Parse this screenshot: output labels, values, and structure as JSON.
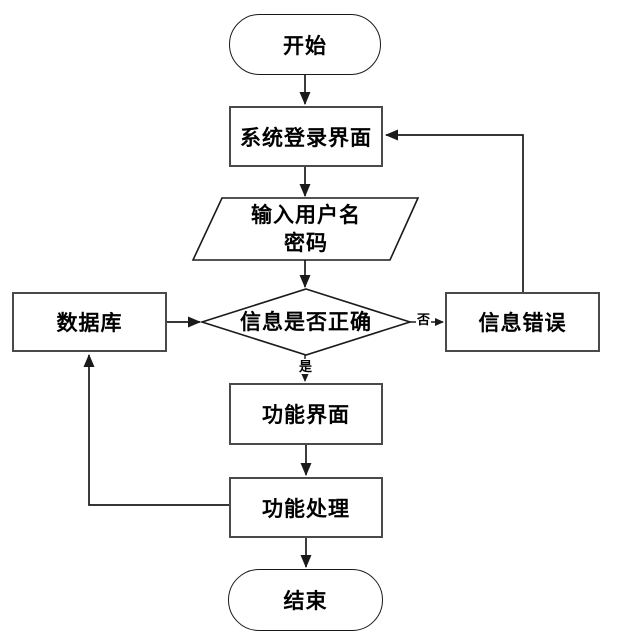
{
  "flowchart": {
    "nodes": {
      "start": {
        "label": "开始",
        "shape": "terminator"
      },
      "login": {
        "label": "系统登录界面",
        "shape": "process"
      },
      "input": {
        "line1": "输入用户名",
        "line2": "密码",
        "shape": "io-parallelogram"
      },
      "decision": {
        "label": "信息是否正确",
        "shape": "decision-diamond"
      },
      "database": {
        "label": "数据库",
        "shape": "process"
      },
      "error": {
        "label": "信息错误",
        "shape": "process"
      },
      "function_ui": {
        "label": "功能界面",
        "shape": "process"
      },
      "function_process": {
        "label": "功能处理",
        "shape": "process"
      },
      "end": {
        "label": "结束",
        "shape": "terminator"
      }
    },
    "edge_labels": {
      "yes": "是",
      "no": "否"
    },
    "colors": {
      "shape_stroke": "#1a1a1a",
      "box_border": "#4a4a4a",
      "text": "#000000",
      "background": "#ffffff"
    }
  }
}
